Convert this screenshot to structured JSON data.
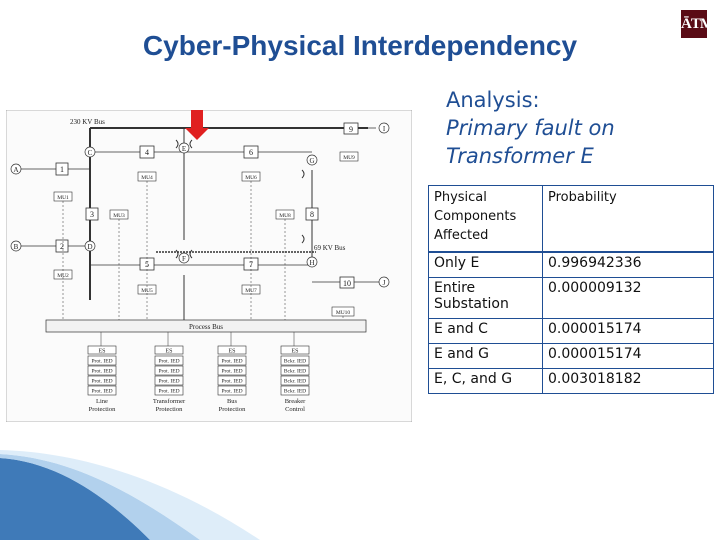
{
  "slide": {
    "title": "Cyber-Physical Interdependency",
    "logo_text": "ĀTM",
    "analysis": [
      "Analysis:",
      "Primary fault on",
      "Transformer E"
    ]
  },
  "colors": {
    "title": "#1f4e94",
    "arrow": "#e02020",
    "logo": "#5a0b15",
    "border": "#1f4e94"
  },
  "diagram": {
    "labels": {
      "bus230": "230 KV Bus",
      "bus69": "69 KV Bus",
      "process_bus": "Process Bus",
      "A": "A",
      "B": "B",
      "C": "C",
      "D": "D",
      "E": "E",
      "F": "F",
      "G": "G",
      "H": "H",
      "I": "I",
      "J": "J",
      "n1": "1",
      "n2": "2",
      "n3": "3",
      "n4": "4",
      "n5": "5",
      "n6": "6",
      "n7": "7",
      "n8": "8",
      "n9": "9",
      "n10": "10",
      "mu1": "MU1",
      "mu2": "MU2",
      "mu3": "MU3",
      "mu4": "MU4",
      "mu5": "MU5",
      "mu6": "MU6",
      "mu7": "MU7",
      "mu8": "MU8",
      "mu9": "MU9",
      "mu10": "MU10"
    },
    "groups": [
      {
        "es": "ES",
        "ieds": [
          "Prot. IED",
          "Prot. IED",
          "Prot. IED",
          "Prot. IED"
        ],
        "caption": [
          "Line",
          "Protection"
        ]
      },
      {
        "es": "ES",
        "ieds": [
          "Prot. IED",
          "Prot. IED",
          "Prot. IED",
          "Prot. IED"
        ],
        "caption": [
          "Transformer",
          "Protection"
        ]
      },
      {
        "es": "ES",
        "ieds": [
          "Prot. IED",
          "Prot. IED",
          "Prot. IED",
          "Prot. IED"
        ],
        "caption": [
          "Bus",
          "Protection"
        ]
      },
      {
        "es": "ES",
        "ieds": [
          "Bckr. IED",
          "Bckr. IED",
          "Bckr. IED",
          "Bckr. IED"
        ],
        "caption": [
          "Breaker",
          "Control"
        ]
      }
    ]
  },
  "table": {
    "header": [
      "Physical Components Affected",
      "Probability"
    ],
    "rows": [
      [
        "Only E",
        "0.996942336"
      ],
      [
        "Entire Substation",
        "0.000009132"
      ],
      [
        "E and C",
        "0.000015174"
      ],
      [
        "E and G",
        "0.000015174"
      ],
      [
        "E, C, and G",
        "0.003018182"
      ]
    ]
  }
}
